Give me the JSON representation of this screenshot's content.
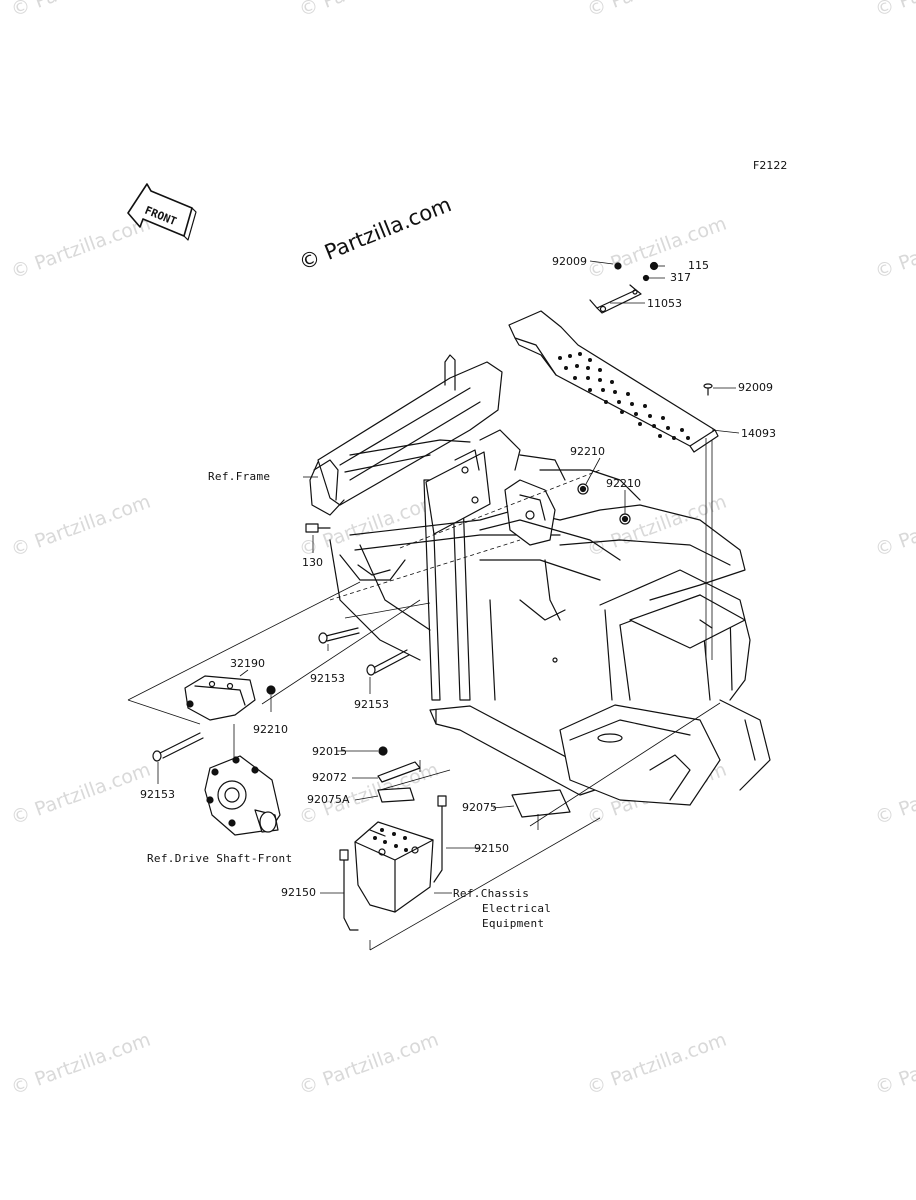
{
  "diagram_code": "F2122",
  "front_label": "FRONT",
  "watermark_main": "© Partzilla.com",
  "watermark_tile": "© Partzilla.com",
  "parts": {
    "p92009_top": "92009",
    "p115": "115",
    "p317": "317",
    "p11053": "11053",
    "p92009_right": "92009",
    "p14093": "14093",
    "p92210_a": "92210",
    "p92210_b": "92210",
    "p130": "130",
    "p92153_a": "92153",
    "p92153_b": "92153",
    "p32190": "32190",
    "p92210_c": "92210",
    "p92153_c": "92153",
    "p92015": "92015",
    "p92072": "92072",
    "p92075A": "92075A",
    "p92075": "92075",
    "p92150_a": "92150",
    "p92150_b": "92150"
  },
  "refs": {
    "frame": "Ref.Frame",
    "drive_shaft": "Ref.Drive Shaft-Front",
    "chassis_1": "Ref.Chassis",
    "chassis_2": "Electrical",
    "chassis_3": "Equipment"
  }
}
